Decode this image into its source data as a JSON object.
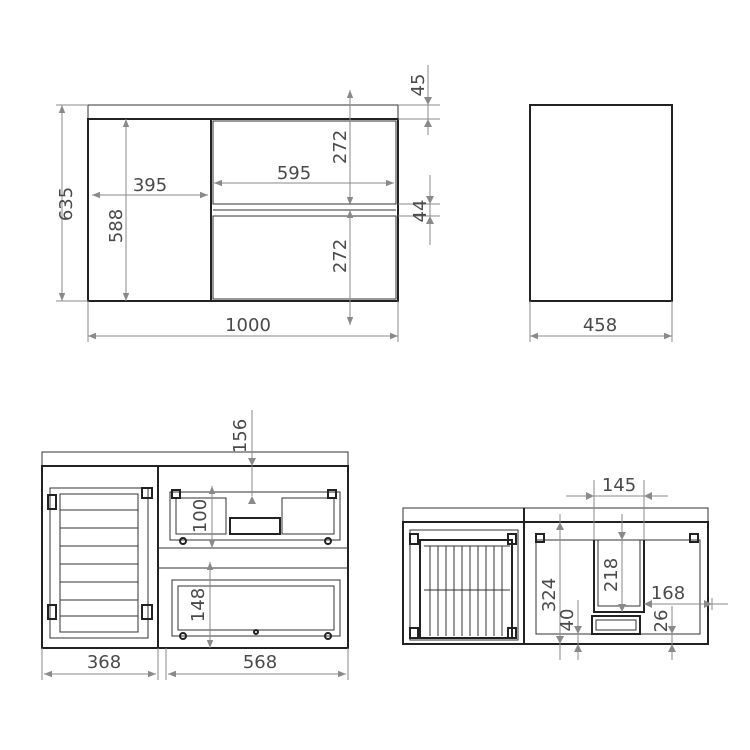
{
  "front_view": {
    "overall_height": "635",
    "top_thickness": "45",
    "drawer_height_top": "272",
    "gap": "44",
    "drawer_height_bottom": "272",
    "door_height": "588",
    "door_width": "395",
    "drawer_width": "595",
    "overall_width": "1000"
  },
  "side_view": {
    "depth": "458"
  },
  "interior_view": {
    "top_clearance": "156",
    "upper_drawer_depth": "100",
    "lower_drawer_depth": "148",
    "left_width": "368",
    "right_width": "568"
  },
  "section_view": {
    "cutout_width": "145",
    "overall_inner": "324",
    "cutout_height": "218",
    "cutout_depth": "168",
    "base_height": "40",
    "base_tray": "26"
  }
}
